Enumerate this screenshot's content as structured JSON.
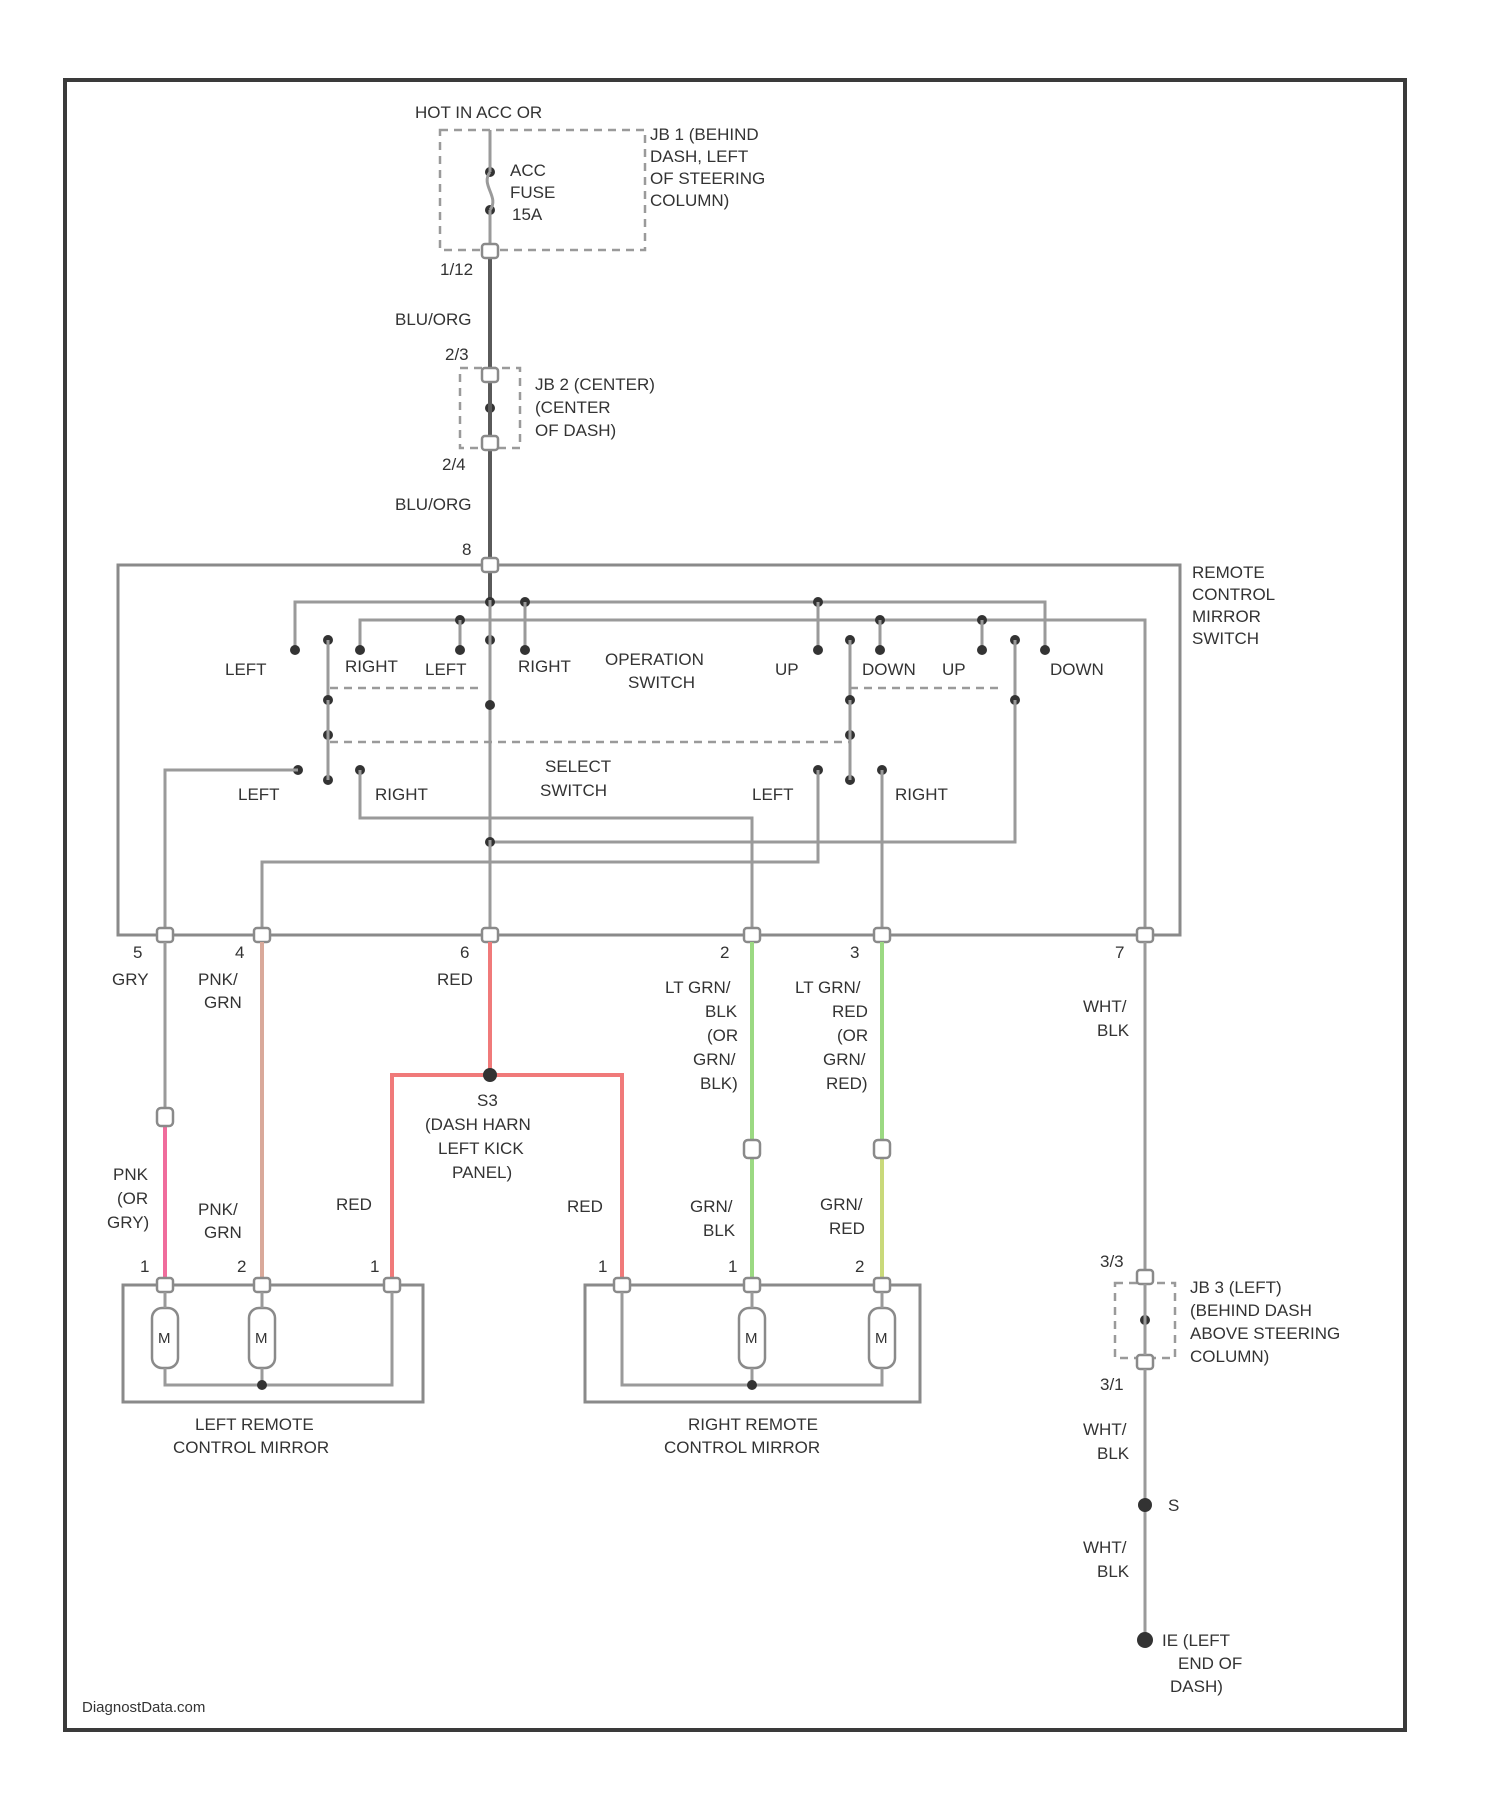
{
  "source": {
    "hot_label": "HOT IN ACC OR"
  },
  "fuse_block": {
    "name_lines": [
      "JB 1 (BEHIND",
      "DASH, LEFT",
      "OF STEERING",
      "COLUMN)"
    ],
    "fuse_lines": [
      "ACC",
      "FUSE",
      "15A"
    ],
    "out_pin": "1/12"
  },
  "jb2": {
    "name_lines": [
      "JB 2 (CENTER)",
      "(CENTER",
      "OF DASH)"
    ],
    "pin_in": "2/3",
    "pin_out": "2/4"
  },
  "wire_labels": {
    "w1": "BLU/ORG",
    "w2": "BLU/ORG"
  },
  "switch": {
    "pin_top": "8",
    "name_lines": [
      "REMOTE",
      "CONTROL",
      "MIRROR",
      "SWITCH"
    ],
    "operation_lines": [
      "OPERATION",
      "SWITCH"
    ],
    "select_lines": [
      "SELECT",
      "SWITCH"
    ],
    "op_labels": [
      "LEFT",
      "RIGHT",
      "LEFT",
      "RIGHT",
      "UP",
      "DOWN",
      "UP",
      "DOWN"
    ],
    "sel_labels": [
      "LEFT",
      "RIGHT",
      "LEFT",
      "RIGHT"
    ],
    "bottom_pins": [
      "5",
      "4",
      "6",
      "2",
      "3",
      "7"
    ]
  },
  "wires_bottom": {
    "gry": "GRY",
    "pnk_grn": [
      "PNK/",
      "GRN"
    ],
    "red": "RED",
    "lt_grn_blk": [
      "LT GRN/",
      "BLK",
      "(OR",
      "GRN/",
      "BLK)"
    ],
    "lt_grn_red": [
      "LT GRN/",
      "RED",
      "(OR",
      "GRN/",
      "RED)"
    ],
    "wht_blk": [
      "WHT/",
      "BLK"
    ]
  },
  "splice": {
    "id_lines": [
      "S3",
      "(DASH HARN",
      "LEFT KICK",
      "PANEL)"
    ]
  },
  "lower_wires": {
    "pnk_or_gry": [
      "PNK",
      "(OR",
      "GRY)"
    ],
    "pnk_grn2": [
      "PNK/",
      "GRN"
    ],
    "red_left": "RED",
    "red_right": "RED",
    "grn_blk": [
      "GRN/",
      "BLK"
    ],
    "grn_red": [
      "GRN/",
      "RED"
    ]
  },
  "left_mirror": {
    "pins": [
      "1",
      "2",
      "1"
    ],
    "label_lines": [
      "LEFT REMOTE",
      "CONTROL MIRROR"
    ],
    "motor_label": "M"
  },
  "right_mirror": {
    "pins": [
      "1",
      "1",
      "2"
    ],
    "label_lines": [
      "RIGHT REMOTE",
      "CONTROL MIRROR"
    ],
    "motor_label": "M"
  },
  "jb3": {
    "name_lines": [
      "JB 3 (LEFT)",
      "(BEHIND DASH",
      "ABOVE STEERING",
      "COLUMN)"
    ],
    "pin_in": "3/3",
    "pin_out": "3/1"
  },
  "ground": {
    "wire1": [
      "WHT/",
      "BLK"
    ],
    "wire2": [
      "WHT/",
      "BLK"
    ],
    "splice_label": "S",
    "ground_lines": [
      "IE (LEFT",
      "END OF",
      "DASH)"
    ]
  },
  "watermark": "DiagnostData.com",
  "colors": {
    "red": "#f07a7a",
    "pink": "#f06c9c",
    "tan": "#d9a99a",
    "green": "#9bd982",
    "yellow_green": "#c9d97a",
    "frame": "#3a3a3a"
  }
}
